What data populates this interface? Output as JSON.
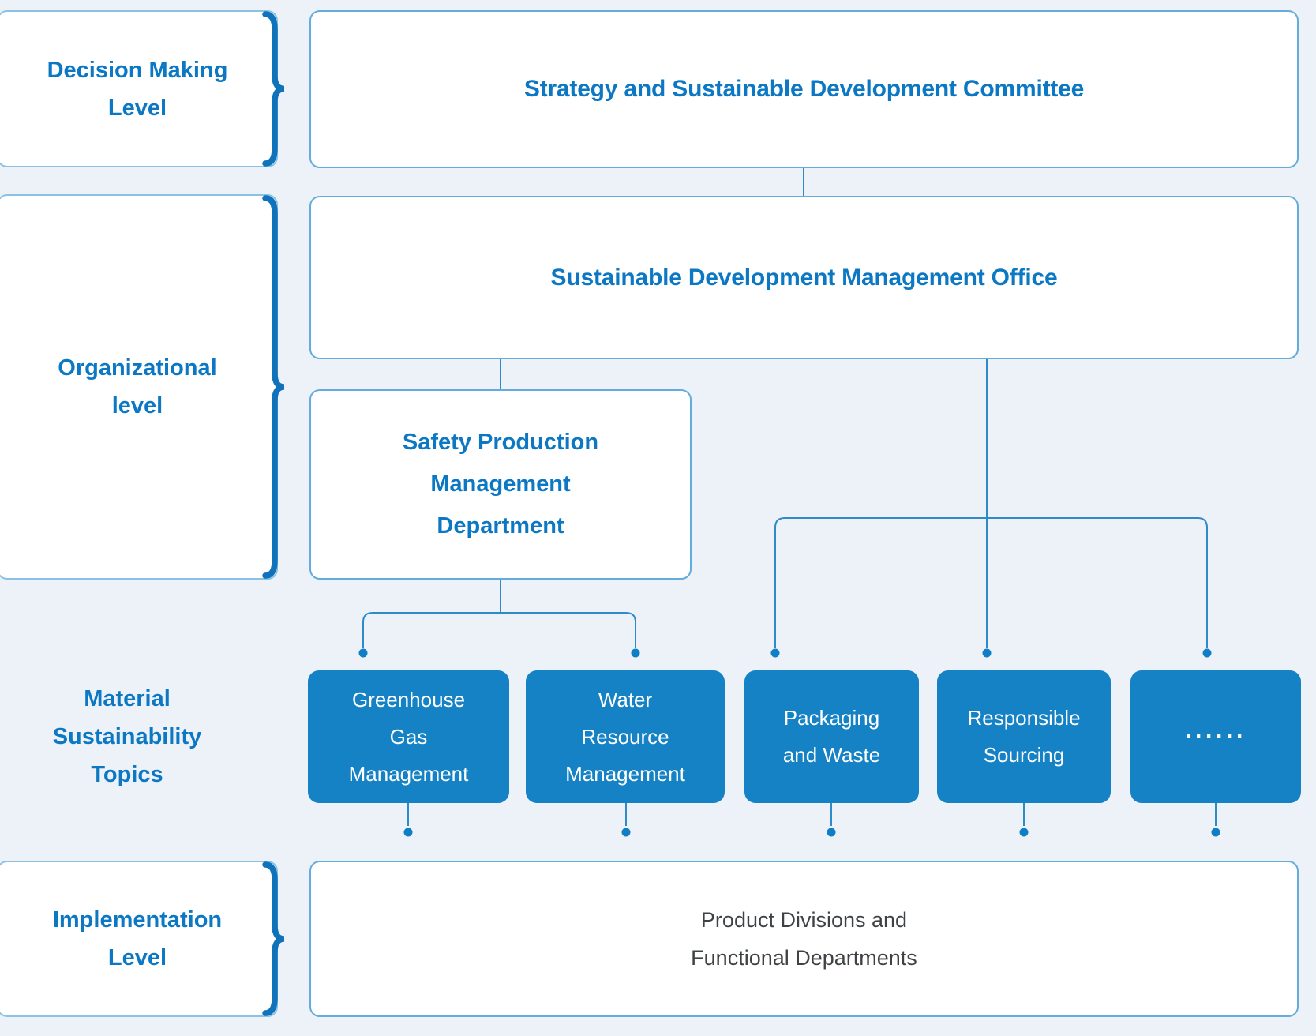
{
  "left_labels": [
    {
      "lines": [
        "Decision Making",
        "Level"
      ]
    },
    {
      "lines": [
        "Organizational",
        "level"
      ]
    },
    {
      "lines": [
        "Material",
        "Sustainability",
        "Topics"
      ]
    },
    {
      "lines": [
        "Implementation",
        "Level"
      ]
    }
  ],
  "committee": {
    "label": "Strategy and Sustainable Development Committee"
  },
  "office": {
    "label": "Sustainable Development Management Office"
  },
  "safety": {
    "lines": [
      "Safety Production",
      "Management",
      "Department"
    ]
  },
  "topics": [
    {
      "lines": [
        "Greenhouse",
        "Gas",
        "Management"
      ]
    },
    {
      "lines": [
        "Water",
        "Resource",
        "Management"
      ]
    },
    {
      "lines": [
        "Packaging",
        "and Waste"
      ]
    },
    {
      "lines": [
        "Responsible",
        "Sourcing"
      ]
    },
    {
      "lines": [
        "······"
      ]
    }
  ],
  "implementation": {
    "lines": [
      "Product Divisions and",
      "Functional Departments"
    ]
  },
  "colors": {
    "background": "#edf2f8",
    "accent_text": "#0c78c3",
    "brace": "#0f72ba",
    "topic_fill": "#1482c5",
    "topic_text": "#ffffff",
    "connector": "#2e8bc8",
    "dot": "#0f7ec5",
    "box_border": "#64acdb",
    "implementation_text": "#3f4245"
  }
}
